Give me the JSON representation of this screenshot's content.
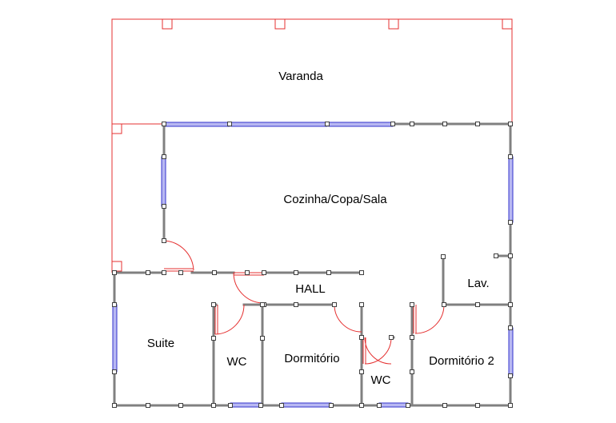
{
  "rooms": {
    "varanda": "Varanda",
    "cozinha": "Cozinha/Copa/Sala",
    "hall": "HALL",
    "lav": "Lav.",
    "suite": "Suite",
    "wc1": "WC",
    "dormitorio": "Dormitório",
    "wc2": "WC",
    "dormitorio2": "Dormitório 2"
  },
  "colors": {
    "wall": "#808080",
    "node_stroke": "#404040",
    "window_fill": "#b8b8f2",
    "window_stroke": "#3333cc",
    "outline": "#e53030",
    "background": "#ffffff"
  }
}
